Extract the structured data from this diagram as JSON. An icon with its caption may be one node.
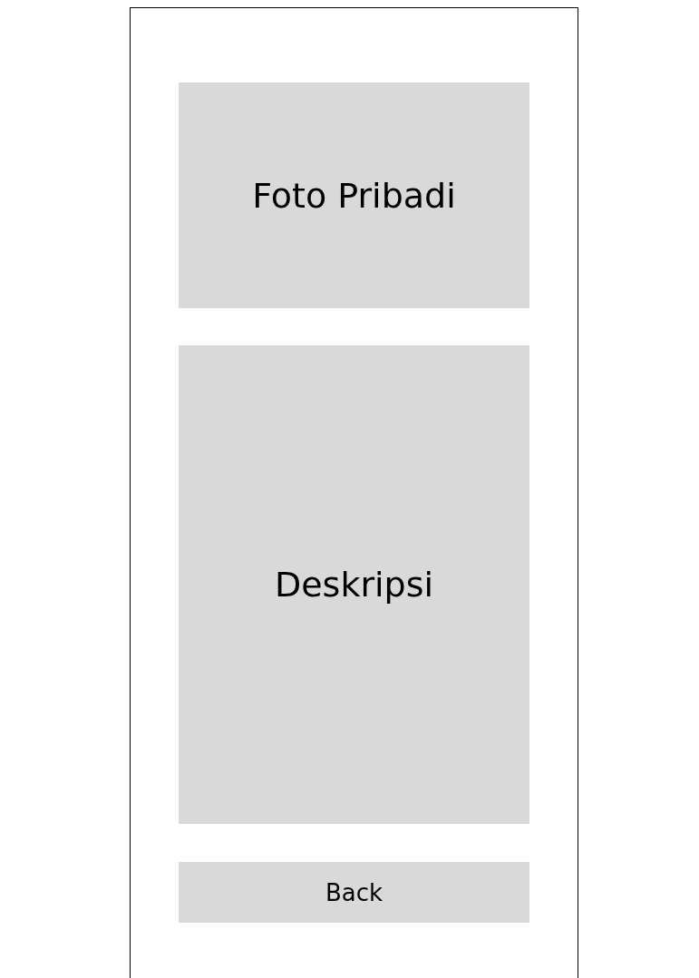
{
  "diagram": {
    "nodes": [
      {
        "text": [],
        "shape": "box"
      },
      {
        "text": [
          "Foto Pribadi"
        ],
        "in": 0
      },
      {
        "text": [
          "Deskripsi"
        ],
        "in": 0
      },
      {
        "text": [
          "Back"
        ],
        "in": 0
      }
    ]
  }
}
